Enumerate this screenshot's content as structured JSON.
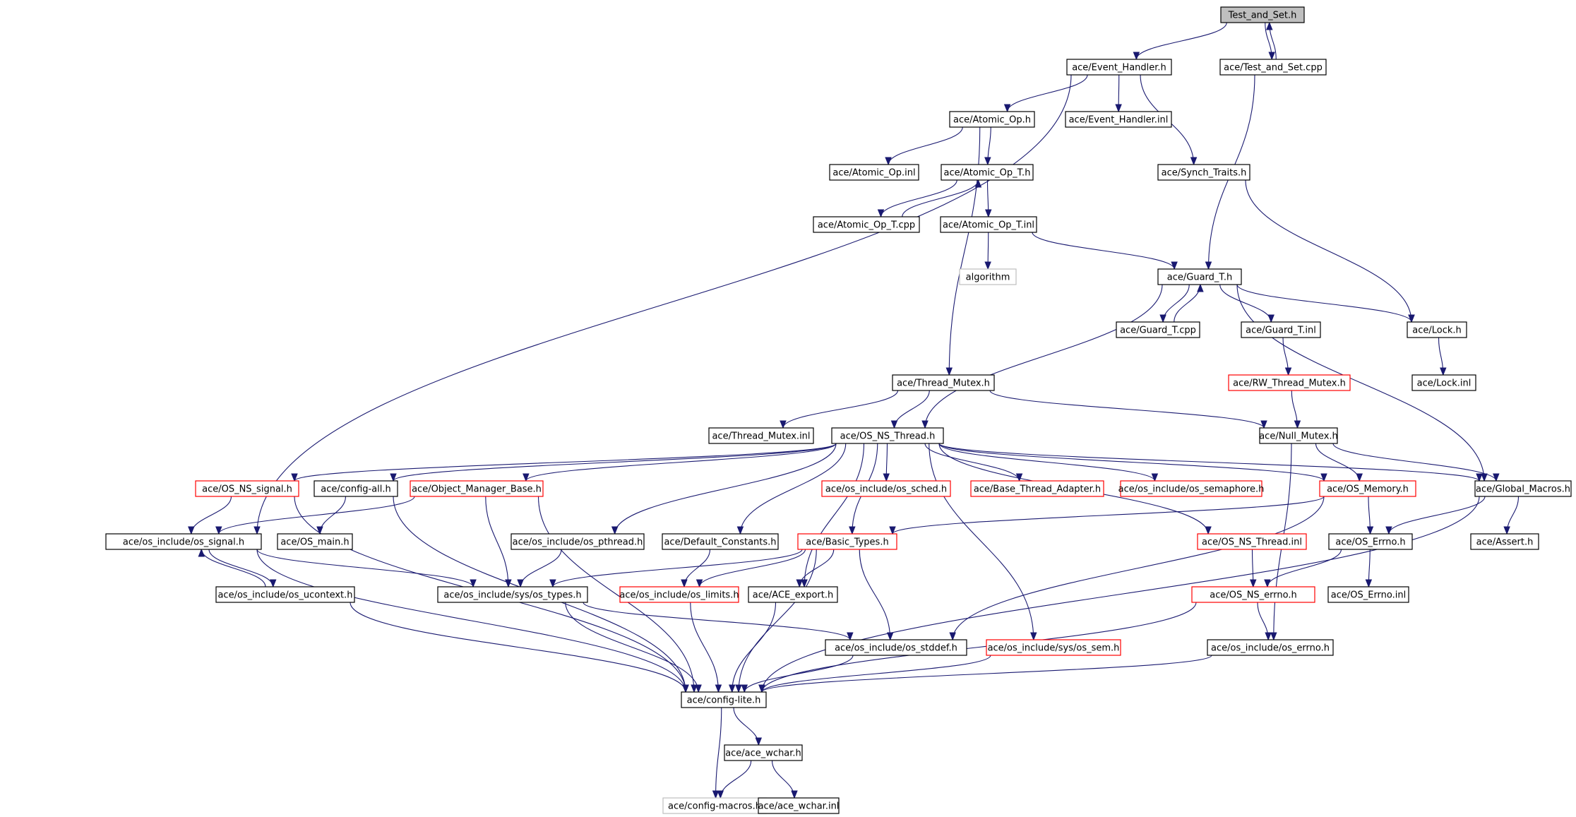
{
  "graph": {
    "type": "include-dependency-graph",
    "colors": {
      "edge": "#191970",
      "node_normal": "#000000",
      "node_truncated": "#ff0000",
      "node_external": "#bfbfbf",
      "node_root_fill": "#bfbfbf"
    },
    "nodes": [
      {
        "id": "n0",
        "label": "Test_and_Set.h",
        "style": "root"
      },
      {
        "id": "n1",
        "label": "ace/Event_Handler.h",
        "style": "normal"
      },
      {
        "id": "n2",
        "label": "ace/Test_and_Set.cpp",
        "style": "normal"
      },
      {
        "id": "n3",
        "label": "ace/Atomic_Op.h",
        "style": "normal"
      },
      {
        "id": "n4",
        "label": "ace/Event_Handler.inl",
        "style": "normal"
      },
      {
        "id": "n5",
        "label": "ace/Atomic_Op.inl",
        "style": "normal"
      },
      {
        "id": "n6",
        "label": "ace/Atomic_Op_T.h",
        "style": "normal"
      },
      {
        "id": "n7",
        "label": "ace/Synch_Traits.h",
        "style": "normal"
      },
      {
        "id": "n8",
        "label": "ace/Atomic_Op_T.cpp",
        "style": "normal"
      },
      {
        "id": "n9",
        "label": "ace/Atomic_Op_T.inl",
        "style": "normal"
      },
      {
        "id": "n10",
        "label": "algorithm",
        "style": "external"
      },
      {
        "id": "n11",
        "label": "ace/Guard_T.h",
        "style": "normal"
      },
      {
        "id": "n12",
        "label": "ace/Guard_T.cpp",
        "style": "normal"
      },
      {
        "id": "n13",
        "label": "ace/Guard_T.inl",
        "style": "normal"
      },
      {
        "id": "n14",
        "label": "ace/Lock.h",
        "style": "normal"
      },
      {
        "id": "n15",
        "label": "ace/Thread_Mutex.h",
        "style": "normal"
      },
      {
        "id": "n16",
        "label": "ace/RW_Thread_Mutex.h",
        "style": "truncated"
      },
      {
        "id": "n17",
        "label": "ace/Lock.inl",
        "style": "normal"
      },
      {
        "id": "n18",
        "label": "ace/Thread_Mutex.inl",
        "style": "normal"
      },
      {
        "id": "n19",
        "label": "ace/OS_NS_Thread.h",
        "style": "normal"
      },
      {
        "id": "n20",
        "label": "ace/Null_Mutex.h",
        "style": "normal"
      },
      {
        "id": "n21",
        "label": "ace/OS_NS_signal.h",
        "style": "truncated"
      },
      {
        "id": "n22",
        "label": "ace/config-all.h",
        "style": "normal"
      },
      {
        "id": "n23",
        "label": "ace/Object_Manager_Base.h",
        "style": "truncated"
      },
      {
        "id": "n24",
        "label": "ace/os_include/os_sched.h",
        "style": "truncated"
      },
      {
        "id": "n25",
        "label": "ace/Base_Thread_Adapter.h",
        "style": "truncated"
      },
      {
        "id": "n26",
        "label": "ace/os_include/os_semaphore.h",
        "style": "truncated"
      },
      {
        "id": "n27",
        "label": "ace/OS_Memory.h",
        "style": "truncated"
      },
      {
        "id": "n28",
        "label": "ace/Global_Macros.h",
        "style": "normal"
      },
      {
        "id": "n29",
        "label": "ace/os_include/os_signal.h",
        "style": "normal"
      },
      {
        "id": "n30",
        "label": "ace/OS_main.h",
        "style": "normal"
      },
      {
        "id": "n31",
        "label": "ace/os_include/os_pthread.h",
        "style": "normal"
      },
      {
        "id": "n32",
        "label": "ace/Default_Constants.h",
        "style": "normal"
      },
      {
        "id": "n33",
        "label": "ace/Basic_Types.h",
        "style": "truncated"
      },
      {
        "id": "n34",
        "label": "ace/OS_NS_Thread.inl",
        "style": "truncated"
      },
      {
        "id": "n35",
        "label": "ace/OS_Errno.h",
        "style": "normal"
      },
      {
        "id": "n36",
        "label": "ace/Assert.h",
        "style": "normal"
      },
      {
        "id": "n37",
        "label": "ace/os_include/os_ucontext.h",
        "style": "normal"
      },
      {
        "id": "n38",
        "label": "ace/os_include/sys/os_types.h",
        "style": "normal"
      },
      {
        "id": "n39",
        "label": "ace/os_include/os_limits.h",
        "style": "truncated"
      },
      {
        "id": "n40",
        "label": "ace/ACE_export.h",
        "style": "normal"
      },
      {
        "id": "n41",
        "label": "ace/OS_NS_errno.h",
        "style": "truncated"
      },
      {
        "id": "n42",
        "label": "ace/OS_Errno.inl",
        "style": "normal"
      },
      {
        "id": "n43",
        "label": "ace/os_include/os_stddef.h",
        "style": "normal"
      },
      {
        "id": "n44",
        "label": "ace/os_include/sys/os_sem.h",
        "style": "truncated"
      },
      {
        "id": "n45",
        "label": "ace/os_include/os_errno.h",
        "style": "normal"
      },
      {
        "id": "n46",
        "label": "ace/config-lite.h",
        "style": "normal"
      },
      {
        "id": "n47",
        "label": "ace/ace_wchar.h",
        "style": "normal"
      },
      {
        "id": "n48",
        "label": "ace/config-macros.h",
        "style": "external"
      },
      {
        "id": "n49",
        "label": "ace/ace_wchar.inl",
        "style": "normal"
      }
    ],
    "edges": [
      [
        "n0",
        "n1"
      ],
      [
        "n0",
        "n2"
      ],
      [
        "n2",
        "n0"
      ],
      [
        "n2",
        "n11"
      ],
      [
        "n1",
        "n3"
      ],
      [
        "n1",
        "n4"
      ],
      [
        "n1",
        "n7"
      ],
      [
        "n1",
        "n29"
      ],
      [
        "n3",
        "n5"
      ],
      [
        "n3",
        "n6"
      ],
      [
        "n3",
        "n15"
      ],
      [
        "n6",
        "n8"
      ],
      [
        "n8",
        "n6"
      ],
      [
        "n6",
        "n9"
      ],
      [
        "n9",
        "n10"
      ],
      [
        "n9",
        "n11"
      ],
      [
        "n7",
        "n14"
      ],
      [
        "n11",
        "n12"
      ],
      [
        "n12",
        "n11"
      ],
      [
        "n11",
        "n13"
      ],
      [
        "n11",
        "n14"
      ],
      [
        "n11",
        "n19"
      ],
      [
        "n11",
        "n28"
      ],
      [
        "n13",
        "n16"
      ],
      [
        "n16",
        "n20"
      ],
      [
        "n14",
        "n17"
      ],
      [
        "n15",
        "n18"
      ],
      [
        "n15",
        "n19"
      ],
      [
        "n15",
        "n20"
      ],
      [
        "n20",
        "n27"
      ],
      [
        "n20",
        "n28"
      ],
      [
        "n20",
        "n45"
      ],
      [
        "n19",
        "n21"
      ],
      [
        "n19",
        "n22"
      ],
      [
        "n19",
        "n23"
      ],
      [
        "n19",
        "n24"
      ],
      [
        "n19",
        "n25"
      ],
      [
        "n19",
        "n26"
      ],
      [
        "n19",
        "n27"
      ],
      [
        "n19",
        "n28"
      ],
      [
        "n19",
        "n31"
      ],
      [
        "n19",
        "n32"
      ],
      [
        "n19",
        "n33"
      ],
      [
        "n19",
        "n34"
      ],
      [
        "n19",
        "n40"
      ],
      [
        "n19",
        "n44"
      ],
      [
        "n21",
        "n29"
      ],
      [
        "n21",
        "n46"
      ],
      [
        "n22",
        "n30"
      ],
      [
        "n22",
        "n46"
      ],
      [
        "n23",
        "n29"
      ],
      [
        "n23",
        "n38"
      ],
      [
        "n23",
        "n46"
      ],
      [
        "n27",
        "n33"
      ],
      [
        "n27",
        "n35"
      ],
      [
        "n27",
        "n43"
      ],
      [
        "n28",
        "n35"
      ],
      [
        "n28",
        "n36"
      ],
      [
        "n28",
        "n46"
      ],
      [
        "n29",
        "n37"
      ],
      [
        "n37",
        "n29"
      ],
      [
        "n29",
        "n38"
      ],
      [
        "n29",
        "n46"
      ],
      [
        "n37",
        "n46"
      ],
      [
        "n31",
        "n38"
      ],
      [
        "n32",
        "n39"
      ],
      [
        "n33",
        "n38"
      ],
      [
        "n33",
        "n39"
      ],
      [
        "n33",
        "n40"
      ],
      [
        "n33",
        "n43"
      ],
      [
        "n33",
        "n46"
      ],
      [
        "n34",
        "n41"
      ],
      [
        "n35",
        "n41"
      ],
      [
        "n35",
        "n42"
      ],
      [
        "n38",
        "n43"
      ],
      [
        "n38",
        "n46"
      ],
      [
        "n39",
        "n46"
      ],
      [
        "n40",
        "n46"
      ],
      [
        "n41",
        "n45"
      ],
      [
        "n41",
        "n46"
      ],
      [
        "n43",
        "n46"
      ],
      [
        "n44",
        "n46"
      ],
      [
        "n45",
        "n46"
      ],
      [
        "n46",
        "n47"
      ],
      [
        "n46",
        "n48"
      ],
      [
        "n47",
        "n48"
      ],
      [
        "n47",
        "n49"
      ]
    ]
  }
}
